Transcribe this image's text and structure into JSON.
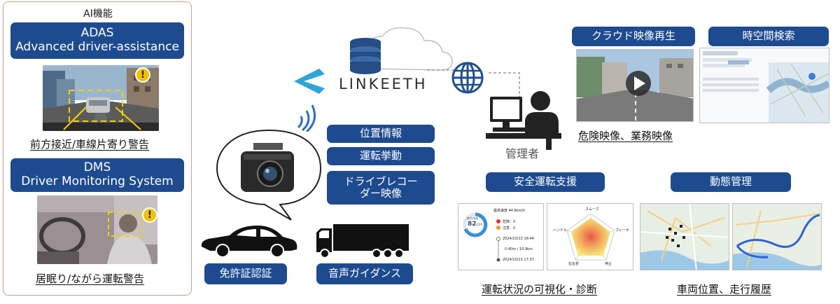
{
  "ai_section": {
    "title": "AI機能",
    "adas": {
      "line1": "ADAS",
      "line2": "Advanced driver-assistance",
      "caption": "前方接近/車線片寄り警告"
    },
    "dms": {
      "line1": "DMS",
      "line2": "Driver Monitoring System",
      "caption": "居眠り/ながら運転警告"
    },
    "warn_symbol": "!"
  },
  "center": {
    "logo_text": "LINKEETH",
    "features": [
      "位置情報",
      "運転挙動",
      "ドライブレコー",
      "ダー映像"
    ],
    "license_auth": "免許証認証",
    "voice_guidance": "音声ガイダンス",
    "admin_label": "管理者"
  },
  "right": {
    "cloud_playback": "クラウド映像再生",
    "spacetime_search": "時空間検索",
    "danger_video_caption": "危険映像、業務映像",
    "safe_driving": "安全運転支援",
    "dynamic_mgmt": "動態管理",
    "visualize_caption": "運転状況の可視化・診断",
    "location_caption": "車両位置、走行履歴",
    "report": {
      "score_label": "総合評価",
      "score": "82",
      "score_total": "/100",
      "max_speed": "最高速度 44.8km/h",
      "danger": "危険：0",
      "caution": "注意：0",
      "t1": "2024/10/13 16:44",
      "dur": "0:40m / 10.9km",
      "t2": "2024/10/13 17:37"
    },
    "radar_labels": [
      "スムーズ",
      "ブレーキ",
      "停止",
      "右左折",
      "ハンドル"
    ]
  },
  "colors": {
    "navy": "#1e4b8f",
    "accent": "#2f7fc1",
    "warning": "#f2c200"
  }
}
